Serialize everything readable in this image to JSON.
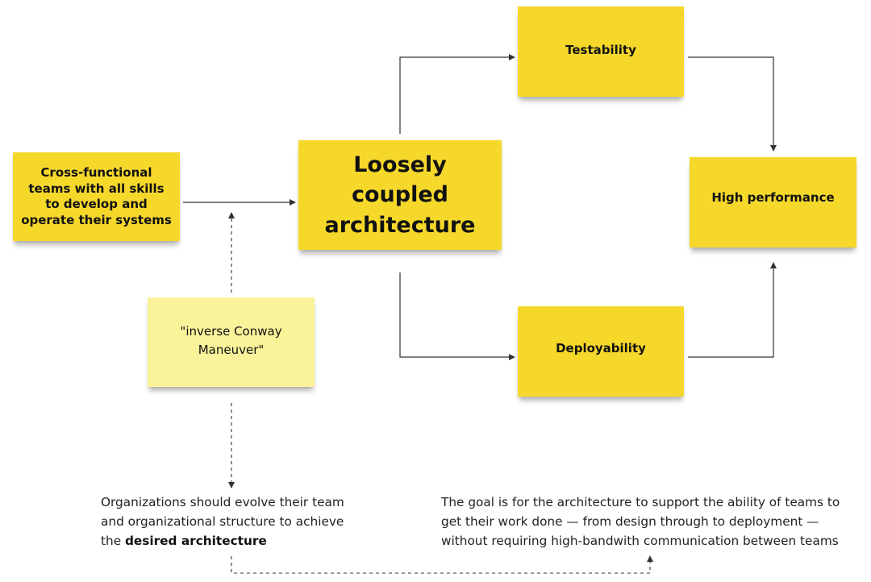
{
  "notes": {
    "cross_functional": "Cross-functional teams with all skills to develop and operate their systems",
    "loosely_coupled": "Loosely coupled architecture",
    "testability": "Testability",
    "high_performance": "High performance",
    "deployability": "Deployability",
    "inverse_conway": "\"inverse Conway Maneuver\""
  },
  "captions": {
    "left": {
      "line1": "Organizations should evolve their team",
      "line2": "and organizational structure to achieve",
      "line3_prefix": "the ",
      "line3_bold": "desired architecture"
    },
    "right": {
      "line1": "The goal is for the architecture to support the ability of teams to",
      "line2": "get their work done — from design through to deployment —",
      "line3": "without requiring high-bandwith communication between teams"
    }
  },
  "colors": {
    "sticky_yellow": "#f6d82b",
    "sticky_pale_yellow": "#faf39a",
    "connector": "#333333"
  }
}
